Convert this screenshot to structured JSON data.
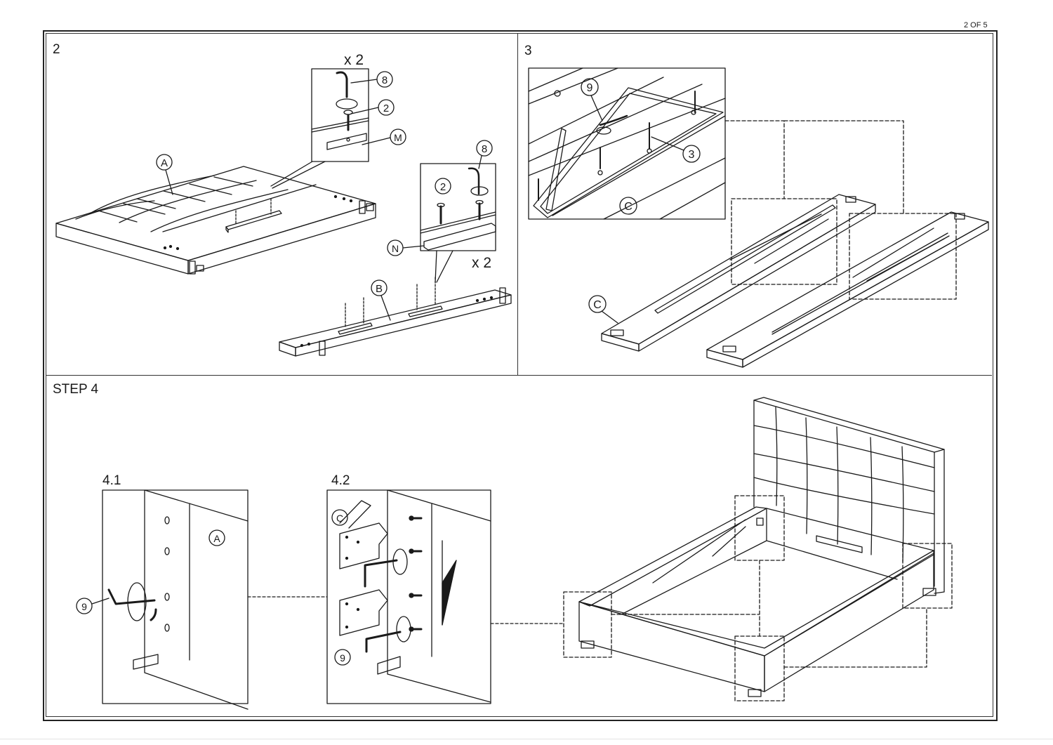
{
  "document": {
    "page_indicator": "2 OF 5"
  },
  "steps": [
    {
      "label": "2",
      "quantity_top": "x 2",
      "quantity_bottom": "x 2",
      "callouts": {
        "panel_a": "A",
        "panel_b": "B",
        "bracket_m": "M",
        "bracket_n": "N",
        "allen_key": "8",
        "bolt": "2",
        "allen_key_2": "8",
        "bolt_2": "2"
      }
    },
    {
      "label": "3",
      "callouts": {
        "allen_key": "9",
        "screw": "3",
        "rail_inset": "C",
        "rail": "C"
      }
    },
    {
      "label": "STEP 4",
      "substeps": [
        {
          "label": "4.1",
          "callouts": {
            "allen_key": "9",
            "headboard": "A"
          }
        },
        {
          "label": "4.2",
          "callouts": {
            "rail": "C",
            "allen_key": "9"
          }
        }
      ]
    }
  ],
  "colors": {
    "ink": "#1a1a1a",
    "paper": "#ffffff"
  }
}
